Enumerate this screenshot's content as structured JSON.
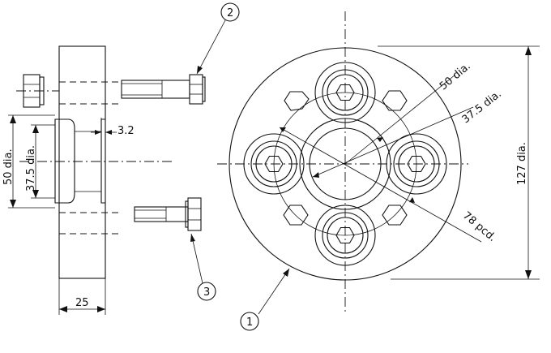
{
  "drawing": {
    "labels": {
      "dim_50_dia_front": "50 dia.",
      "dim_37_5_dia_front": "37.5 dia.",
      "dim_127_dia": "127 dia.",
      "dim_78_pcd": "78 pcd.",
      "dim_50_dia_side": "50 dia.",
      "dim_37_5_dia_side": "37.5 dia.",
      "dim_3_2": "3.2",
      "dim_25": "25"
    },
    "balloons": [
      {
        "id": "1",
        "meaning": "plate"
      },
      {
        "id": "2",
        "meaning": "long bolt"
      },
      {
        "id": "3",
        "meaning": "short bolt"
      }
    ]
  }
}
